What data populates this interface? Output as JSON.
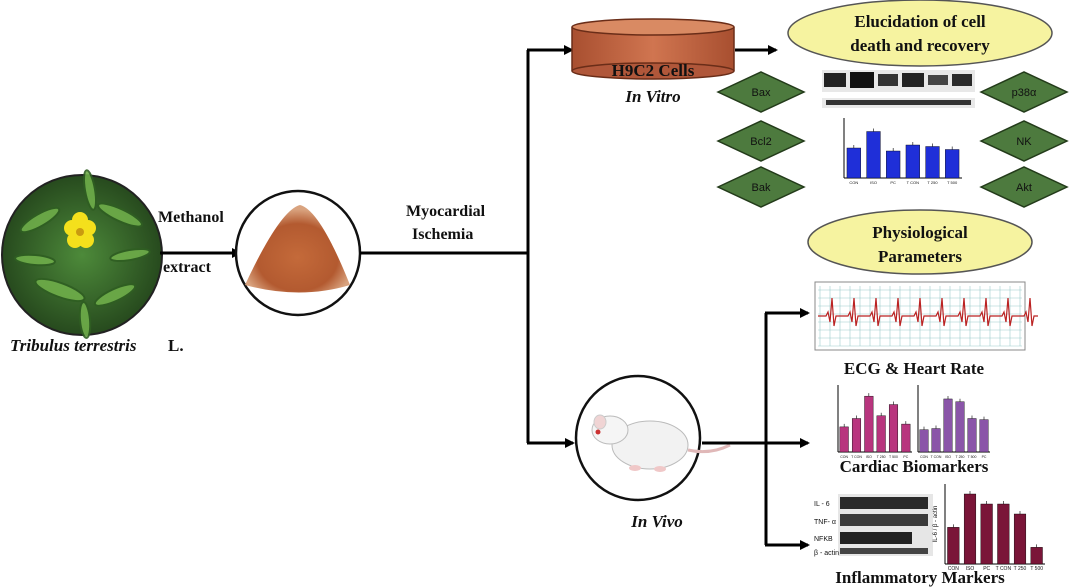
{
  "plant": {
    "species": "Tribulus terrestris",
    "authority": "L.",
    "step_label_1": "Methanol",
    "step_label_2": "extract"
  },
  "condition": {
    "line1": "Myocardial",
    "line2": "Ischemia"
  },
  "in_vitro": {
    "cells": "H9C2 Cells",
    "label": "In Vitro",
    "heading_line1": "Elucidation of cell",
    "heading_line2": "death and recovery",
    "markers_left": [
      "Bax",
      "Bcl2",
      "Bak"
    ],
    "markers_right": [
      "p38α",
      "NK",
      "Akt"
    ]
  },
  "in_vivo": {
    "label": "In Vivo",
    "heading_line1": "Physiological",
    "heading_line2": "Parameters",
    "ecg_label": "ECG  & Heart Rate",
    "biomarkers_label": "Cardiac Biomarkers",
    "inflammatory_label": "Inflammatory  Markers",
    "blot_labels": [
      "IL - 6",
      "TNF- α",
      "NFKB",
      "β - actin"
    ],
    "bar_ylabel": "IL-6 / β - actin",
    "bar_categories": [
      "CON",
      "ISO",
      "PC",
      "T CON",
      "T 250",
      "T 500"
    ]
  },
  "colors": {
    "arrow": "#000000",
    "cylinder": "#c86a45",
    "ellipse": "#f6f3a0",
    "diamond": "#4d7a3e",
    "bar_blue": "#1f2fd8",
    "bar_magenta": "#b8357e",
    "bar_purple": "#8a55a8",
    "bar_maroon": "#7a1538",
    "ecg": "#2aa0a0"
  },
  "chart_data": [
    {
      "type": "bar",
      "categories": [
        "CON",
        "ISO",
        "PC",
        "T CON",
        "T 250",
        "T 500"
      ],
      "values": [
        1.0,
        1.55,
        0.9,
        1.1,
        1.05,
        0.95
      ],
      "ylim": [
        0,
        2
      ]
    },
    {
      "type": "bar",
      "categories": [
        "CON",
        "T CON",
        "ISO",
        "T 250",
        "T 500",
        "PC"
      ],
      "values": [
        0.45,
        0.6,
        1.0,
        0.65,
        0.85,
        0.5
      ],
      "ylim": [
        0,
        1.2
      ]
    },
    {
      "type": "bar",
      "categories": [
        "CON",
        "T CON",
        "ISO",
        "T 250",
        "T 500",
        "PC"
      ],
      "values": [
        0.4,
        0.42,
        0.95,
        0.9,
        0.6,
        0.58
      ],
      "ylim": [
        0,
        1.2
      ]
    },
    {
      "type": "bar",
      "categories": [
        "CON",
        "ISO",
        "PC",
        "T CON",
        "T 250",
        "T 500"
      ],
      "values": [
        0.55,
        1.05,
        0.9,
        0.9,
        0.75,
        0.25
      ],
      "ylim": [
        0,
        1.2
      ],
      "ylabel": "IL-6 / β - actin"
    }
  ]
}
